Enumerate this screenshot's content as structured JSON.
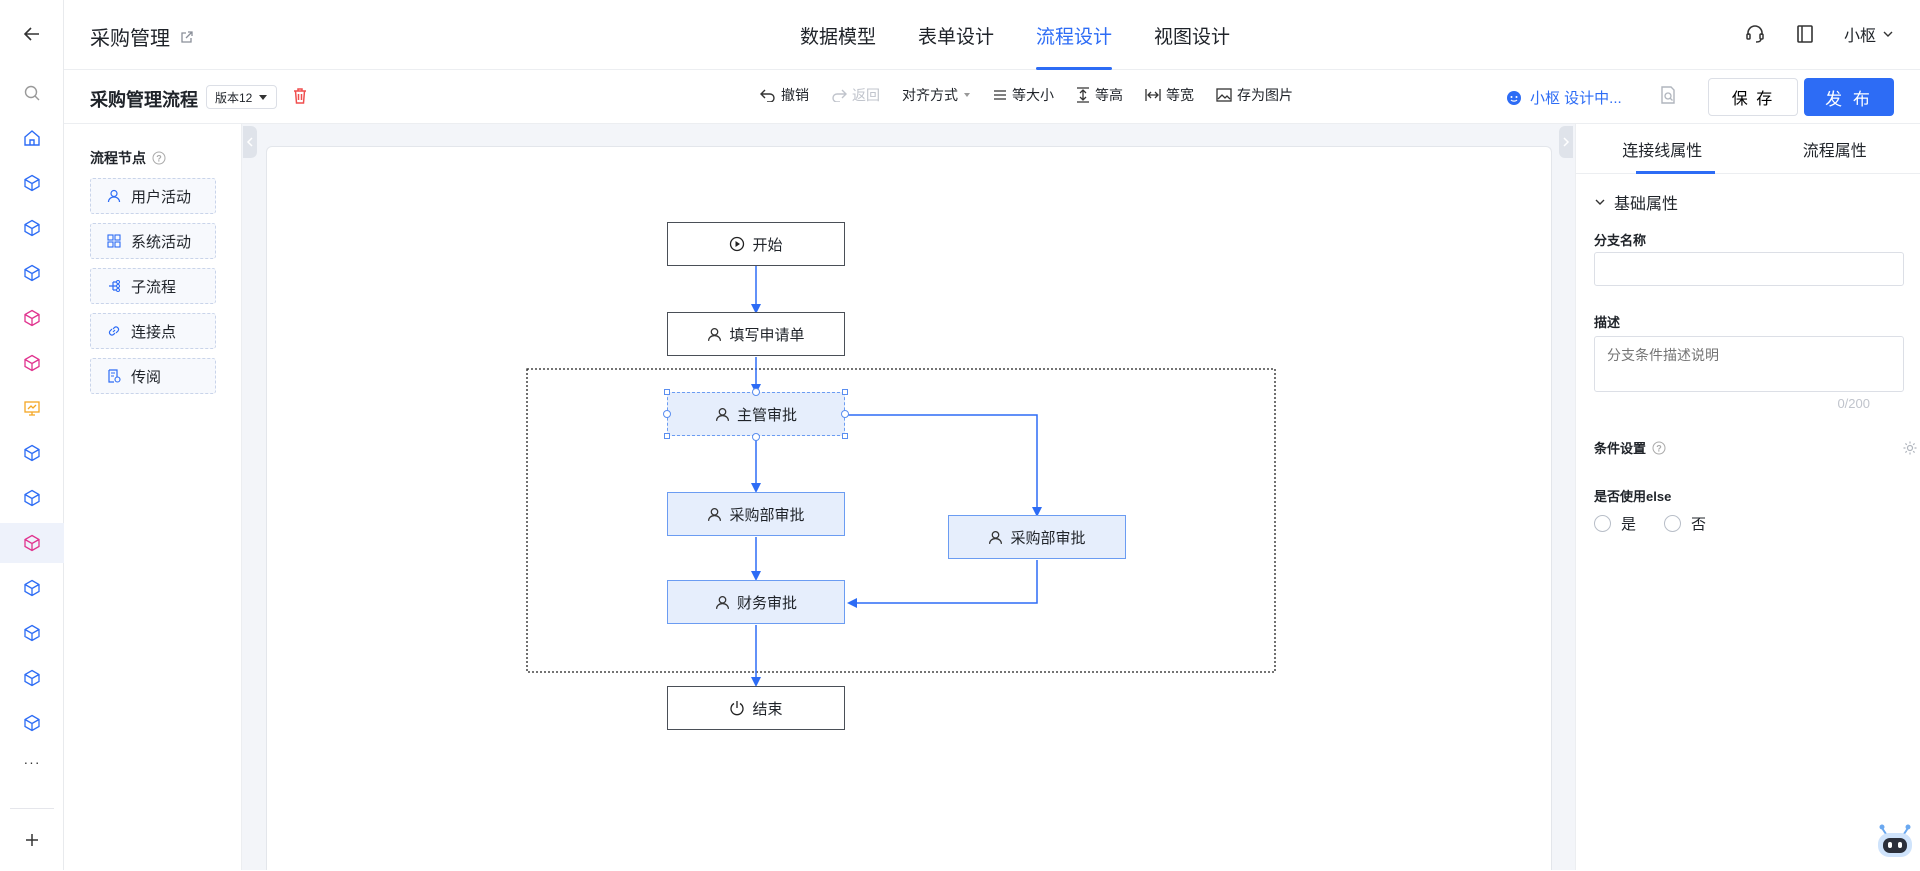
{
  "header": {
    "app_title": "采购管理",
    "tabs": [
      {
        "label": "数据模型"
      },
      {
        "label": "表单设计"
      },
      {
        "label": "流程设计"
      },
      {
        "label": "视图设计"
      }
    ],
    "active_tab": "流程设计",
    "user": "小枢"
  },
  "toolbar": {
    "flow_title": "采购管理流程",
    "version": "版本12",
    "undo": "撤销",
    "redo": "返回",
    "align": "对齐方式",
    "same_size": "等大小",
    "same_height": "等高",
    "same_width": "等宽",
    "save_image": "存为图片",
    "ai_status": "小枢 设计中...",
    "save": "保 存",
    "publish": "发 布"
  },
  "palette": {
    "title": "流程节点",
    "items": [
      {
        "label": "用户活动",
        "icon": "user-icon"
      },
      {
        "label": "系统活动",
        "icon": "grid-icon"
      },
      {
        "label": "子流程",
        "icon": "subflow-icon"
      },
      {
        "label": "连接点",
        "icon": "link-icon"
      },
      {
        "label": "传阅",
        "icon": "circulate-icon"
      }
    ]
  },
  "flow": {
    "nodes": {
      "start": "开始",
      "fill_request": "填写申请单",
      "manager_approve": "主管审批",
      "purchase_approve_1": "采购部审批",
      "purchase_approve_2": "采购部审批",
      "finance_approve": "财务审批",
      "end": "结束"
    },
    "edges": [
      [
        "start",
        "fill_request"
      ],
      [
        "fill_request",
        "manager_approve"
      ],
      [
        "manager_approve",
        "purchase_approve_1"
      ],
      [
        "manager_approve",
        "purchase_approve_2"
      ],
      [
        "purchase_approve_1",
        "finance_approve"
      ],
      [
        "purchase_approve_2",
        "finance_approve"
      ],
      [
        "finance_approve",
        "end"
      ]
    ]
  },
  "right_panel": {
    "tabs": [
      {
        "label": "连接线属性"
      },
      {
        "label": "流程属性"
      }
    ],
    "active_tab": "连接线属性",
    "section": "基础属性",
    "branch_name_label": "分支名称",
    "branch_name_value": "",
    "desc_label": "描述",
    "desc_placeholder": "分支条件描述说明",
    "desc_counter": "0/200",
    "condition_label": "条件设置",
    "use_else_label": "是否使用else",
    "yes": "是",
    "no": "否"
  },
  "colors": {
    "primary": "#2d6cf5",
    "node_fill": "#e6eefc",
    "node_border": "#6b9cf2",
    "danger": "#f04f4f"
  }
}
